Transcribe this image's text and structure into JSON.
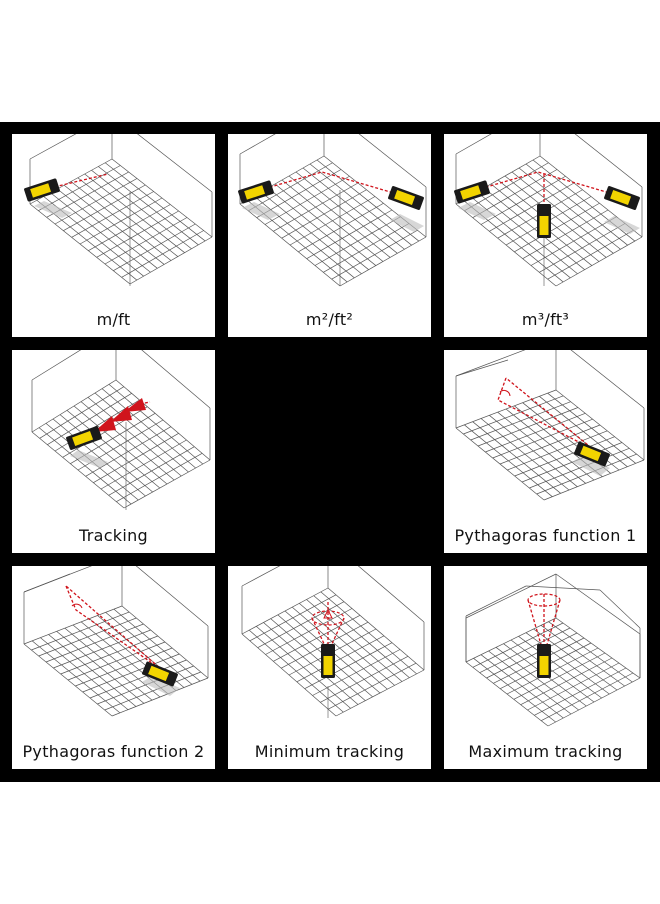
{
  "colors": {
    "frame": "#000000",
    "panel": "#ffffff",
    "grid": "#555555",
    "laser": "#d0141c",
    "device": "#f2d400",
    "device_body": "#1a1a1a"
  },
  "panels": [
    {
      "label": "m/ft",
      "icon": "distance-measure-icon"
    },
    {
      "label": "m²/ft²",
      "icon": "area-measure-icon"
    },
    {
      "label": "m³/ft³",
      "icon": "volume-measure-icon"
    },
    {
      "label": "Tracking",
      "icon": "tracking-icon"
    },
    {
      "label": "",
      "icon": ""
    },
    {
      "label": "Pythagoras function 1",
      "icon": "pythagoras-1-icon"
    },
    {
      "label": "Pythagoras function 2",
      "icon": "pythagoras-2-icon"
    },
    {
      "label": "Minimum tracking",
      "icon": "minimum-tracking-icon"
    },
    {
      "label": "Maximum tracking",
      "icon": "maximum-tracking-icon"
    }
  ]
}
